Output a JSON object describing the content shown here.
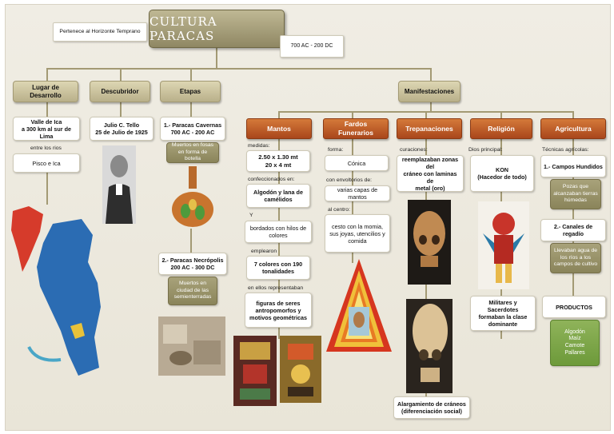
{
  "title": "CULTURA PARACAS",
  "horizon": "Pertenece al  Horizonte Temprano",
  "dates": "700 AC - 200 DC",
  "headers": {
    "lugar": "Lugar de Desarrollo",
    "descubridor": "Descubridor",
    "etapas": "Etapas",
    "manifestaciones": "Manifestaciones"
  },
  "lugar": {
    "valle": "Valle de Ica\na 300 km al sur de Lima",
    "entre": "entre los rios",
    "rios": "Pisco e Ica"
  },
  "descubridor": {
    "name": "Julio  C. Tello\n25 de Julio de 1925"
  },
  "etapas": {
    "cavernas": "1.- Paracas Cavernas\n700 AC - 200 AC",
    "cavernas_desc": "Muertos en fosas\nen forma de botella",
    "necropolis": "2.- Paracas Necrópolis\n200 AC - 300 DC",
    "necropolis_desc": "Muertos en\nciudad de las\nsemienterradas"
  },
  "manifest": {
    "mantos": "Mantos",
    "fardos": "Fardos Funerarios",
    "trepanaciones": "Trepanaciones",
    "religion": "Religión",
    "agricultura": "Agricultura"
  },
  "mantos": {
    "medidas_lbl": "medidas:",
    "medidas": "2.50  x  1.30 mt\n20  x  4  mt",
    "confec_lbl": "confeccionados en:",
    "algodon": "Algodón  y  lana de\ncamélidos",
    "y_lbl": "Y",
    "bordados": "bordados con hilos de\ncolores",
    "emplearon_lbl": "emplearon",
    "colores": "7 colores con  190\ntonalidades",
    "representaban_lbl": "en ellos representaban",
    "figuras": "figuras de seres\nantropomorfos y\nmotivos geométricas"
  },
  "fardos": {
    "forma_lbl": "forma:",
    "forma": "Cónica",
    "envoltorios_lbl": "con envoltorios de:",
    "capas": "varias capas de mantos",
    "centro_lbl": "al centro:",
    "cesto": "cesto  con la momia,\nsus joyas, utencilios y\ncomida"
  },
  "trep": {
    "curaciones_lbl": "curaciones:",
    "reemplazaban": "reemplazaban zonas del\ncráneo con laminas de\nmetal (oro)",
    "alargamiento": "Alargamiento de cráneos\n(diferenciación social)"
  },
  "religion": {
    "dios_lbl": "Dios principal:",
    "kon": "KON\n(Hacedor de todo)",
    "militares": "Militares y Sacerdotes\nformaban la clase\ndominante"
  },
  "agri": {
    "tecnicas_lbl": "Técnicas agrícolas:",
    "campos": "1.-  Campos Hundidos",
    "pozas": "Pozas que\nalcanzaban tierras\nhúmedas",
    "canales": "2.-  Canales de regadío",
    "canales_desc": "Llevaban agua de\nlos ríos a los\ncampos de cultivo",
    "productos": "PRODUCTOS",
    "lista": "Algodón\nMaíz\nCamote\nPallares"
  },
  "colors": {
    "tan": "#b9b08a",
    "orange": "#b5511f",
    "olive": "#8a845a",
    "green": "#6d9a3a"
  }
}
